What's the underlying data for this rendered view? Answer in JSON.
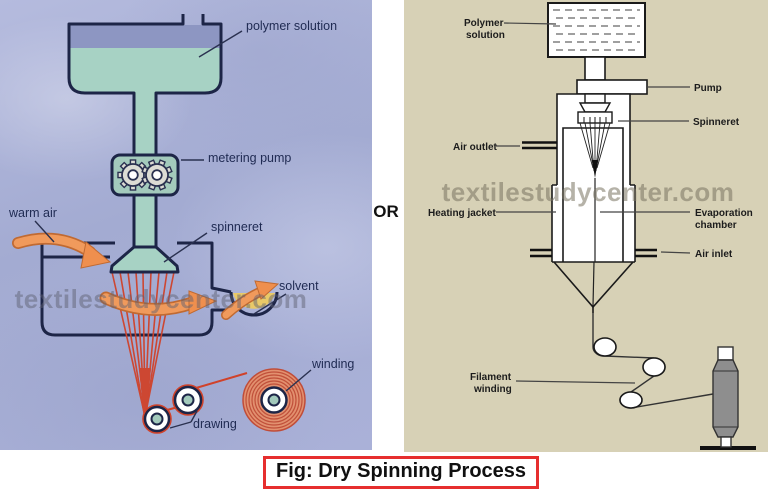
{
  "figure": {
    "caption": "Fig: Dry Spinning Process",
    "connector": "OR",
    "watermark": "textilestudycenter.com"
  },
  "left_diagram": {
    "labels": {
      "polymer_solution": "polymer solution",
      "metering_pump": "metering pump",
      "warm_air": "warm air",
      "spinneret": "spinneret",
      "solvent": "solvent",
      "winding": "winding",
      "drawing": "drawing"
    },
    "colors": {
      "background": "#a6aed2",
      "solution": "#a7d2c4",
      "outline": "#1d2547",
      "filament": "#d0422a",
      "air_arrow": "#f09a5c",
      "solvent_liquid": "#e9c968",
      "winding_spool": "#e2906f"
    }
  },
  "right_diagram": {
    "labels": {
      "polymer_solution_line1": "Polymer",
      "polymer_solution_line2": "solution",
      "pump": "Pump",
      "spinneret": "Spinneret",
      "air_outlet": "Air outlet",
      "heating_jacket": "Heating jacket",
      "evaporation_chamber_line1": "Evaporation",
      "evaporation_chamber_line2": "chamber",
      "air_inlet": "Air inlet",
      "filament_winding_line1": "Filament",
      "filament_winding_line2": "winding"
    },
    "colors": {
      "background": "#d7d1b6",
      "outline": "#1a1a1a",
      "bobbin": "#8e8e8e"
    }
  }
}
